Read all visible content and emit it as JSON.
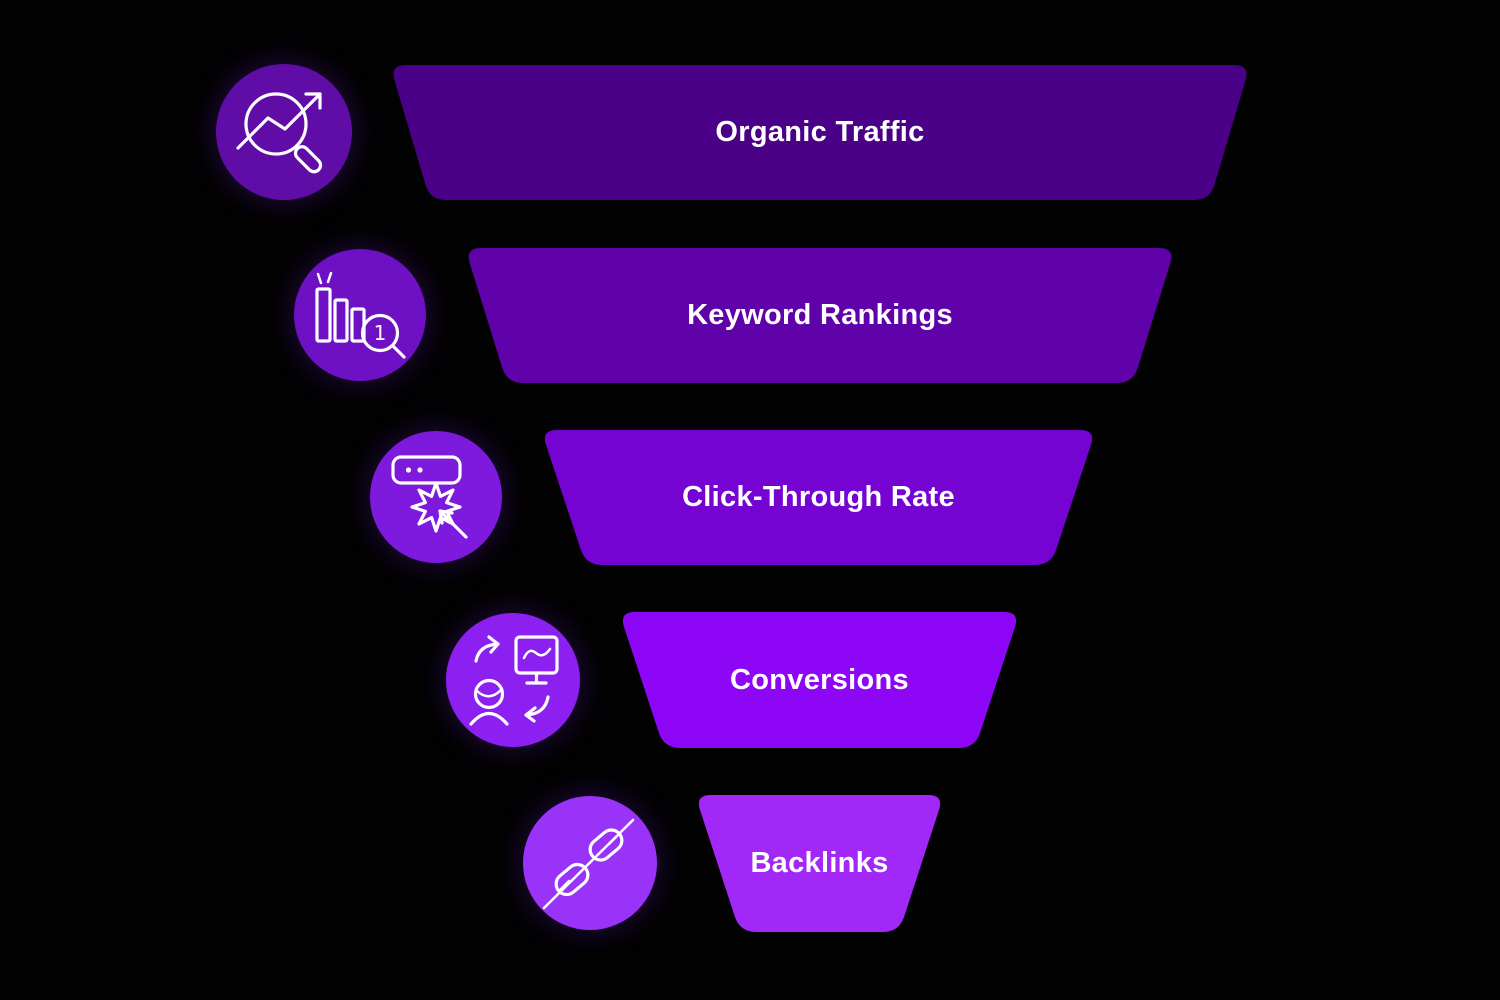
{
  "background_color": "#020202",
  "funnel": {
    "label_color": "#ffffff",
    "icon_stroke_color": "#ffffff",
    "levels": [
      {
        "label": "Organic Traffic",
        "bar_color": "#4a0087",
        "circle_color": "#600da8",
        "icon": "magnifier-trend-arrow-icon"
      },
      {
        "label": "Keyword Rankings",
        "bar_color": "#6002aa",
        "circle_color": "#6e10c4",
        "icon": "bar-chart-rank-magnifier-icon",
        "badge": "1"
      },
      {
        "label": "Click-Through Rate",
        "bar_color": "#7504d2",
        "circle_color": "#7d1add",
        "icon": "click-burst-arrow-icon"
      },
      {
        "label": "Conversions",
        "bar_color": "#8d06f5",
        "circle_color": "#8b20f0",
        "icon": "user-screen-sync-icon"
      },
      {
        "label": "Backlinks",
        "bar_color": "#a228f7",
        "circle_color": "#9933f7",
        "icon": "chain-link-icon"
      }
    ]
  }
}
